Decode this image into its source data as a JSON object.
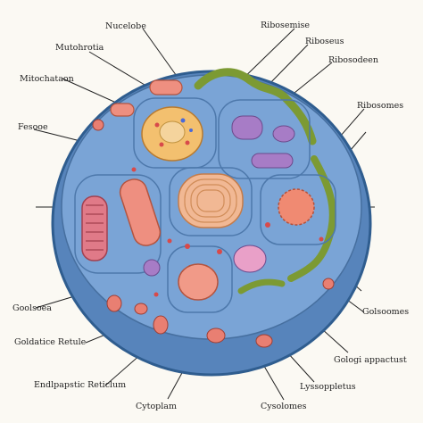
{
  "labels": {
    "nucelobe": "Nucelobe",
    "ribosemise": "Ribosemise",
    "riboseus": "Riboseus",
    "mutohrotia": "Mutohrotia",
    "ribosodeen": "Ribosodeen",
    "mitochataon": "Mitochataon",
    "ribosomes": "Ribosomes",
    "fesooe": "Fesooe",
    "goolsoea": "Goolsoea",
    "golsoomes": "Golsoomes",
    "goldatice_retule": "Goldatice Retule",
    "golegi_appactust": "Gologi appactust",
    "endlpapstic_reticlum": "Endlpapstic Reticlum",
    "cytoplam": "Cytoplam",
    "cysolomes": "Cysolomes",
    "lyssoppletus": "Lyssoppletus"
  },
  "colors": {
    "cytoplasm": "#6f9bd0",
    "membrane": "#2f5d8f",
    "rim": "#5884ba",
    "nucleus": "#f3c06f",
    "mitochondria": "#e07a88",
    "er_green": "#8faa45",
    "golgi": "#f1b894",
    "lysosome": "#ee8f80",
    "vesicle_purple": "#a77cc6"
  }
}
